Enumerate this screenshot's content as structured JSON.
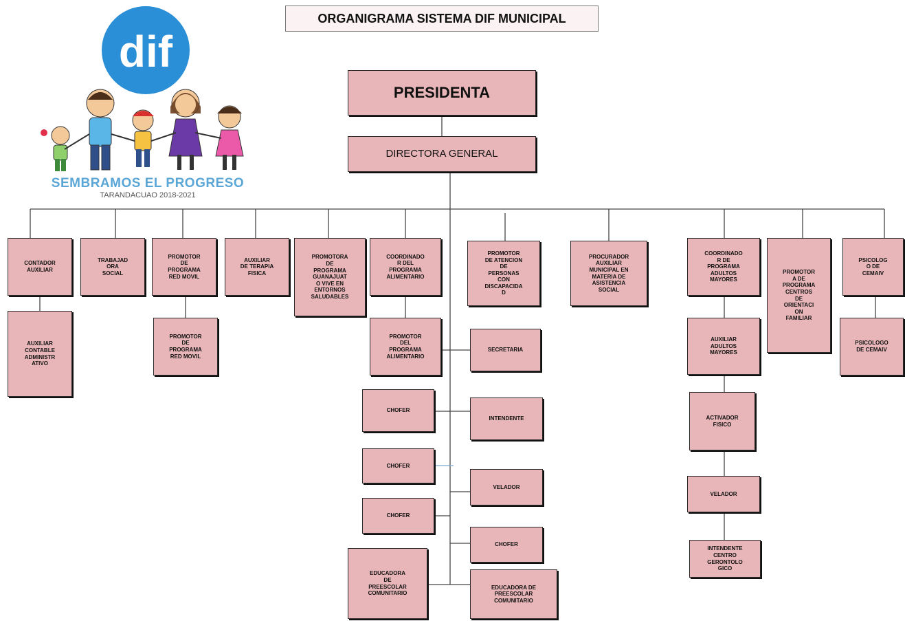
{
  "title": "ORGANIGRAMA SISTEMA DIF MUNICIPAL",
  "logo": {
    "brand": "dif",
    "slogan": "SEMBRAMOS EL PROGRESO",
    "period": "TARANDACUAO 2018-2021"
  },
  "nodes": {
    "presidenta": "PRESIDENTA",
    "directora": "DIRECTORA GENERAL",
    "contador": "CONTADOR\nAUXILIAR",
    "aux_contable": "AUXILIAR\nCONTABLE\nADMINISTR\nATIVO",
    "trabajo_social": "TRABAJAD\nORA\nSOCIAL",
    "promotor_red_movil": "PROMOTOR\nDE\nPROGRAMA\nRED MOVIL",
    "promotor_red_movil_2": "PROMOTOR\nDE\nPROGRAMA\nRED MOVIL",
    "aux_terapia": "AUXILIAR\nDE TERAPIA\nFISICA",
    "promotora_gto": "PROMOTORA\nDE\nPROGRAMA\nGUANAJUAT\nO VIVE EN\nENTORNOS\nSALUDABLES",
    "coord_alimentario": "COORDINADO\nR DEL\nPROGRAMA\nALIMENTARIO",
    "promotor_alimentario": "PROMOTOR\nDEL\nPROGRAMA\nALIMENTARIO",
    "promotor_discapacidad": "PROMOTOR\nDE ATENCION\nDE\nPERSONAS\nCON\nDISCAPACIDA\nD",
    "procurador": "PROCURADOR\nAUXILIAR\nMUNICIPAL EN\nMATERIA DE\nASISTENCIA\nSOCIAL",
    "coord_adultos": "COORDINADO\nR DE\nPROGRAMA\nADULTOS\nMAYORES",
    "aux_adultos": "AUXILIAR\nADULTOS\nMAYORES",
    "activador": "ACTIVADOR\nFISICO",
    "velador_right": "VELADOR",
    "intendente_centro": "INTENDENTE\nCENTRO\nGERONTOLO\nGICO",
    "promotor_centros": "PROMOTOR\nA DE\nPROGRAMA\nCENTROS\nDE\nORIENTACI\nON\nFAMILIAR",
    "psicologo_cemaiv": "PSICOLOG\nO DE\nCEMAIV",
    "psicologo_cemaiv_2": "PSICOLOGO\nDE CEMAIV",
    "secretaria": "SECRETARIA",
    "intendente": "INTENDENTE",
    "velador_center": "VELADOR",
    "chofer_right": "CHOFER",
    "educadora_right": "EDUCADORA DE\nPREESCOLAR\nCOMUNITARIO",
    "chofer_1": "CHOFER",
    "chofer_2": "CHOFER",
    "chofer_3": "CHOFER",
    "educadora_left": "EDUCADORA\nDE\nPREESCOLAR\nCOMUNITARIO"
  },
  "colors": {
    "box_fill": "#e8b6b8",
    "line": "#2a2a2a",
    "logo_blue": "#2a8fd6",
    "slogan_blue": "#5aa6d6"
  }
}
